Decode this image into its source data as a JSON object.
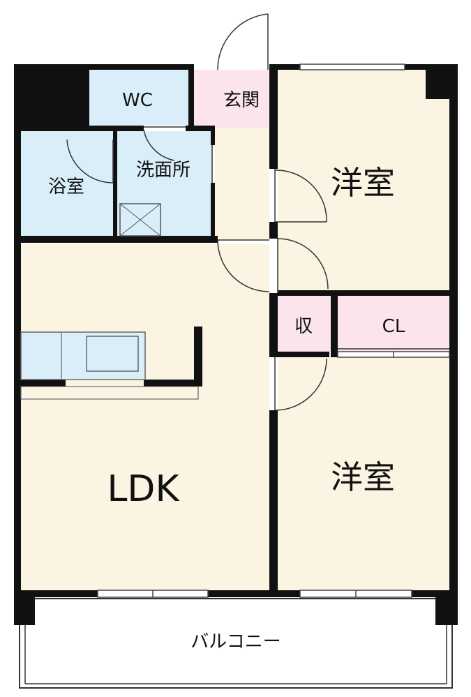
{
  "rooms": {
    "wc": "WC",
    "genkan": "玄関",
    "bath": "浴室",
    "washroom": "洗面所",
    "western_top": "洋室",
    "storage": "収",
    "closet": "CL",
    "ldk": "LDK",
    "western_bottom": "洋室",
    "balcony": "バルコニー"
  },
  "colors": {
    "wall": "#111111",
    "floor": "#fcf4e2",
    "wet_area": "#d9eef9",
    "entry": "#fbe4ec",
    "balcony": "#ffffff"
  }
}
